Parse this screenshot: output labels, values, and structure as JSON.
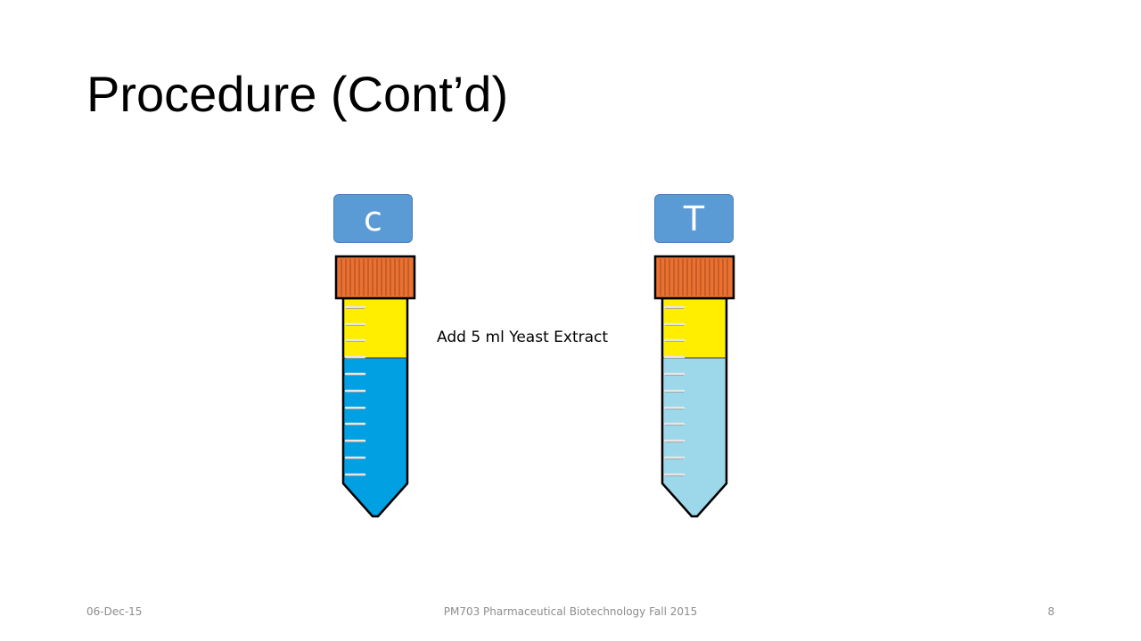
{
  "slide": {
    "title": "Procedure (Cont’d)",
    "instruction": "Add 5 ml Yeast Extract",
    "footer": {
      "date": "06-Dec-15",
      "course": "PM703 Pharmaceutical Biotechnology Fall 2015",
      "page": "8"
    }
  },
  "tubes": [
    {
      "label": "c",
      "label_color": "#5b9bd5",
      "cap_color": "#e97132",
      "top_layer_color": "#ffee00",
      "bottom_layer_color": "#00a0e3"
    },
    {
      "label": "T",
      "label_color": "#5b9bd5",
      "cap_color": "#e97132",
      "top_layer_color": "#ffee00",
      "bottom_layer_color": "#9dd8ea"
    }
  ]
}
